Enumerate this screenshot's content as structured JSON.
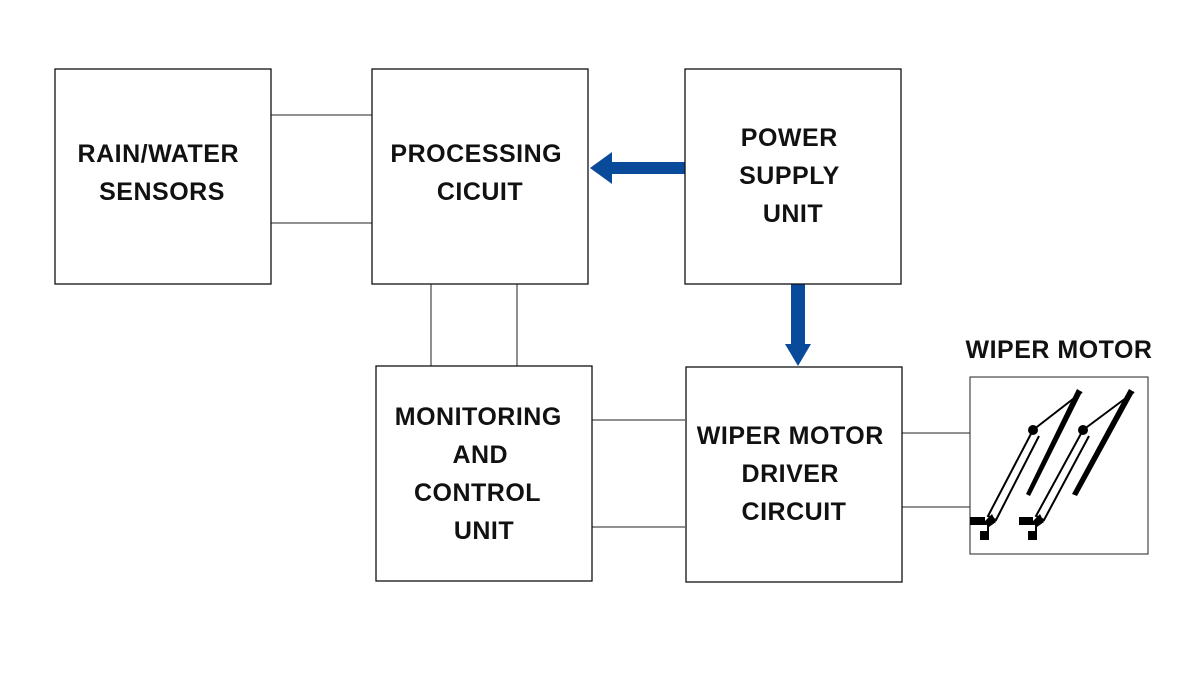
{
  "colors": {
    "arrow": "#0a4a9b",
    "stroke": "#111111",
    "background": "#ffffff"
  },
  "blocks": {
    "rain_sensors": {
      "lines": [
        "RAIN/WATER",
        "SENSORS"
      ]
    },
    "processing": {
      "lines": [
        "PROCESSING",
        "CICUIT"
      ]
    },
    "power_supply": {
      "lines": [
        "POWER",
        "SUPPLY",
        "UNIT"
      ]
    },
    "monitoring": {
      "lines": [
        "MONITORING",
        "AND",
        "CONTROL",
        "UNIT"
      ]
    },
    "driver": {
      "lines": [
        "WIPER MOTOR",
        "DRIVER",
        "CIRCUIT"
      ]
    }
  },
  "wiper_motor": {
    "caption": "WIPER MOTOR",
    "icon": "windshield-wiper-icon"
  }
}
